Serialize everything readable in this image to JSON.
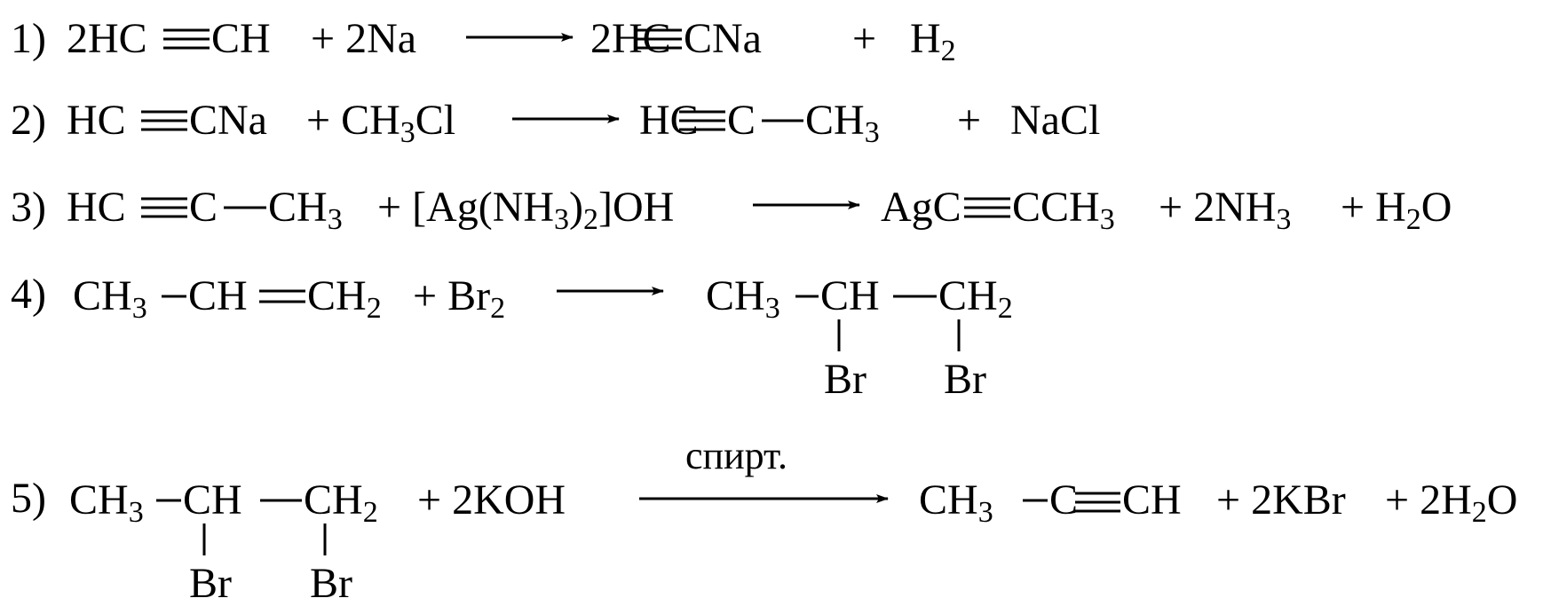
{
  "reactions": [
    {
      "num": "1)",
      "lhs": {
        "a": "2HC",
        "b": "CH",
        "plus": "+ 2Na"
      },
      "rhs": {
        "a": "2HC",
        "b": "CNa",
        "plus": "+",
        "c": "H",
        "c_sub": "2"
      }
    },
    {
      "num": "2)",
      "lhs": {
        "a": "HC",
        "b": "CNa",
        "plus": "+ CH",
        "sub": "3",
        "c": "Cl"
      },
      "rhs": {
        "a": "HC",
        "b": "C",
        "c": "CH",
        "c_sub": "3",
        "plus": "+",
        "d": "NaCl"
      }
    },
    {
      "num": "3)",
      "lhs": {
        "a": "HC",
        "b": "C",
        "c": "CH",
        "c_sub": "3",
        "reagent": "+ [Ag(NH",
        "r_sub1": "3",
        "r_mid": ")",
        "r_sub2": "2",
        "r_end": "]OH"
      },
      "rhs": {
        "a": "AgC",
        "b": "CCH",
        "b_sub": "3",
        "p1": "+ 2NH",
        "p1_sub": "3",
        "p2": "+ H",
        "p2_sub": "2",
        "p2_end": "O"
      }
    },
    {
      "num": "4)",
      "lhs": {
        "a": "CH",
        "a_sub": "3",
        "b": "CH",
        "c": "CH",
        "c_sub": "2",
        "plus": "+ Br",
        "plus_sub": "2"
      },
      "rhs": {
        "a": "CH",
        "a_sub": "3",
        "b": "CH",
        "c": "CH",
        "c_sub": "2",
        "br1": "Br",
        "br2": "Br"
      }
    },
    {
      "num": "5)",
      "condition": "спирт.",
      "lhs": {
        "a": "CH",
        "a_sub": "3",
        "b": "CH",
        "c": "CH",
        "c_sub": "2",
        "br1": "Br",
        "br2": "Br",
        "plus": "+ 2KOH"
      },
      "rhs": {
        "a": "CH",
        "a_sub": "3",
        "b": "C",
        "c": "CH",
        "p1": "+ 2KBr",
        "p2": "+ 2H",
        "p2_sub": "2",
        "p2_end": "O"
      }
    }
  ]
}
